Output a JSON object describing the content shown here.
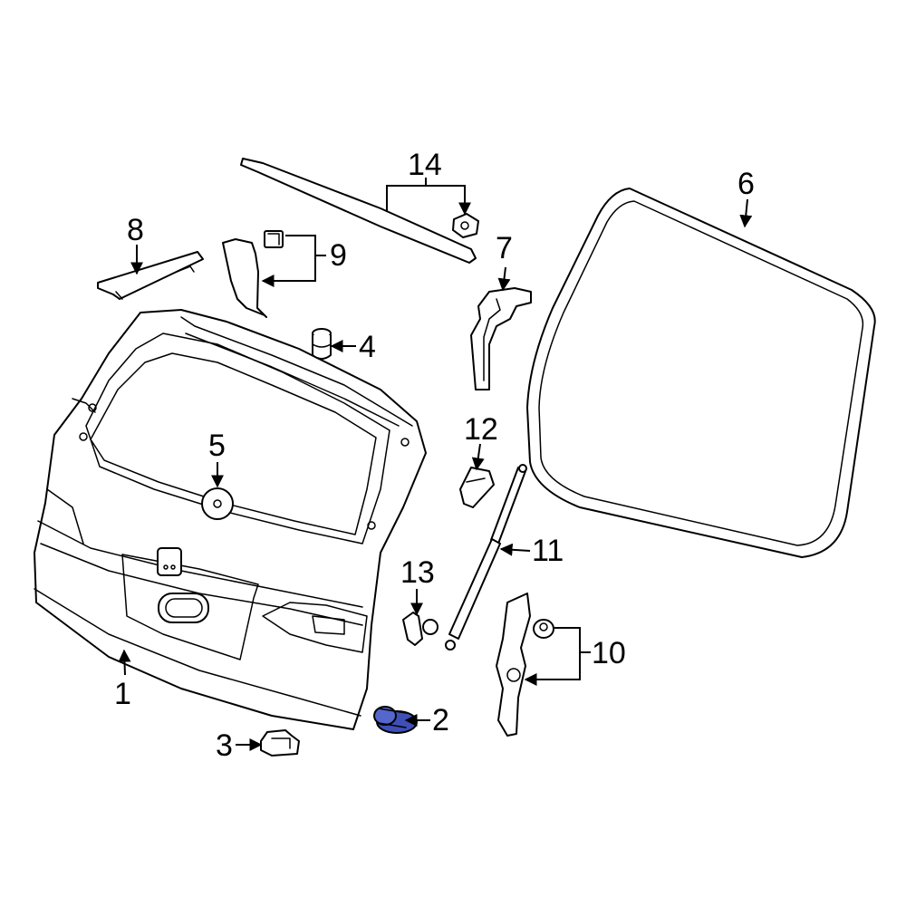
{
  "callouts": {
    "c1": "1",
    "c2": "2",
    "c3": "3",
    "c4": "4",
    "c5": "5",
    "c6": "6",
    "c7": "7",
    "c8": "8",
    "c9": "9",
    "c10": "10",
    "c11": "11",
    "c12": "12",
    "c13": "13",
    "c14": "14"
  },
  "colors": {
    "line": "#000000",
    "background": "#ffffff",
    "highlight": "#3f4fb8"
  },
  "highlighted_part": "2"
}
